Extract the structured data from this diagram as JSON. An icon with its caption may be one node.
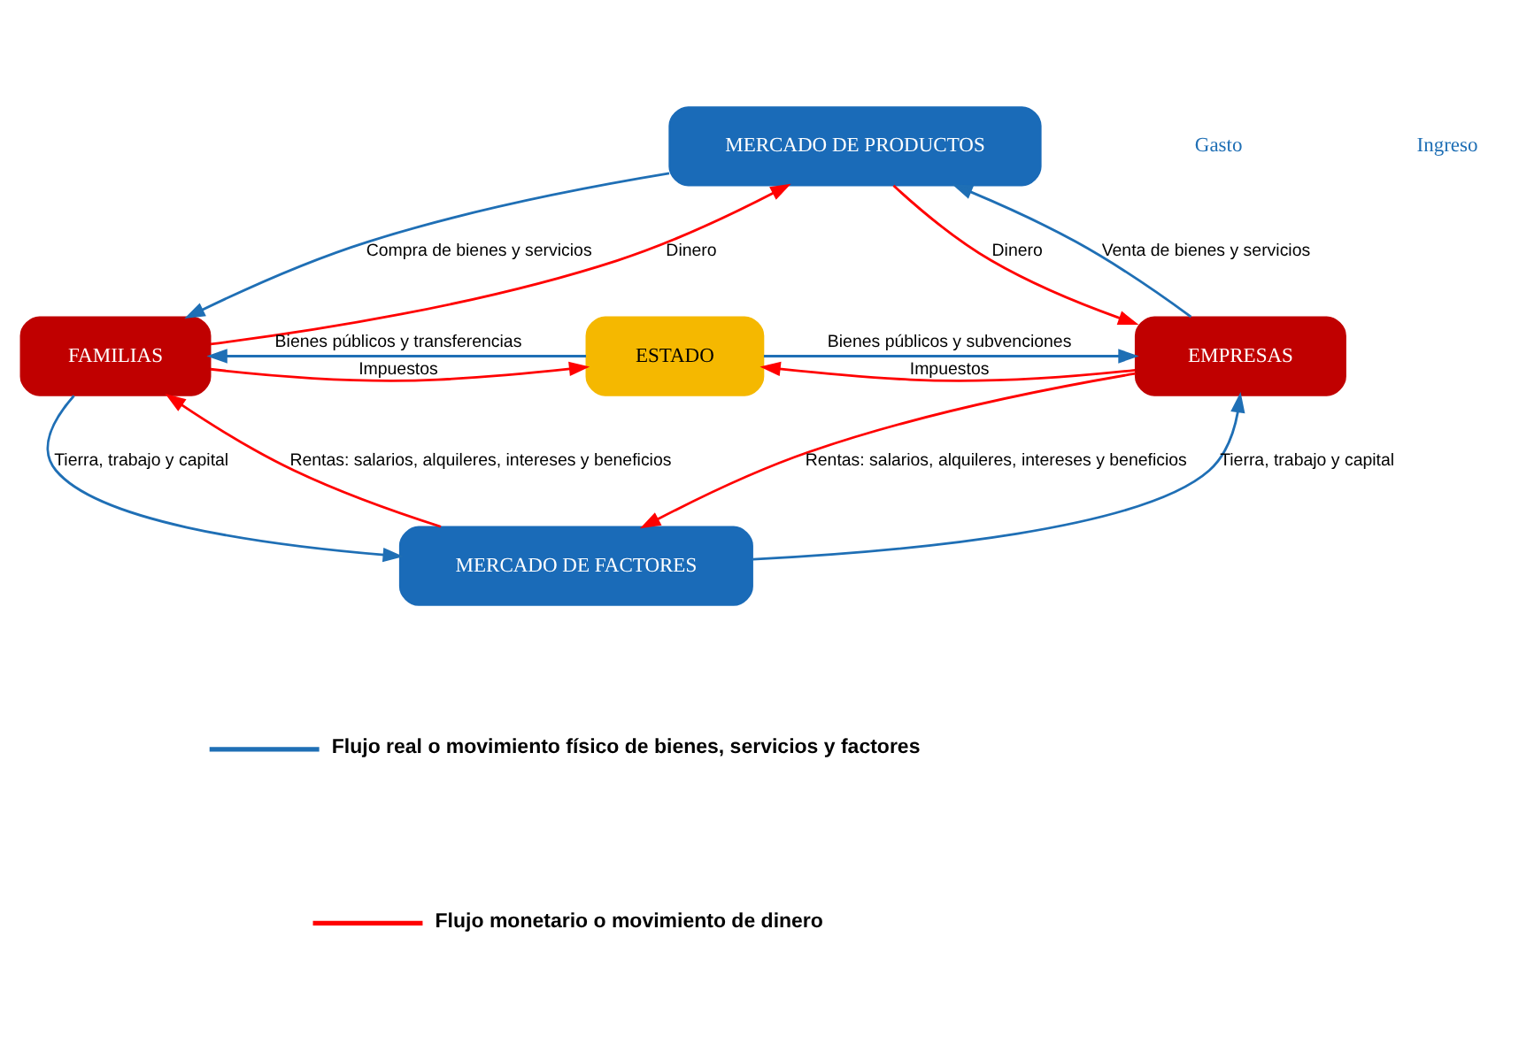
{
  "diagram": {
    "nodes": [
      {
        "text": [
          "MERCADO DE PRODUCTOS"
        ]
      },
      {
        "text": [
          "FAMILIAS"
        ]
      },
      {
        "text": [
          "ESTADO"
        ]
      },
      {
        "text": [
          "EMPRESAS"
        ]
      },
      {
        "text": [
          "MERCADO DE FACTORES"
        ]
      }
    ],
    "edges": [
      {
        "from": 0,
        "to": 1,
        "arrow": "to",
        "label": "Compra de bienes y servicios",
        "color": "#1f6fb5"
      },
      {
        "from": 1,
        "to": 0,
        "arrow": "to",
        "label": "Dinero",
        "color": "#ff0000"
      },
      {
        "from": 3,
        "to": 0,
        "arrow": "to",
        "label": "Venta de bienes y servicios",
        "color": "#1f6fb5"
      },
      {
        "from": 0,
        "to": 3,
        "arrow": "to",
        "label": "Dinero",
        "color": "#ff0000"
      },
      {
        "from": 2,
        "to": 1,
        "arrow": "to",
        "label": "Bienes públicos y transferencias",
        "color": "#1f6fb5"
      },
      {
        "from": 1,
        "to": 2,
        "arrow": "to",
        "label": "Impuestos",
        "color": "#ff0000"
      },
      {
        "from": 2,
        "to": 3,
        "arrow": "to",
        "label": "Bienes públicos y subvenciones",
        "color": "#1f6fb5"
      },
      {
        "from": 3,
        "to": 2,
        "arrow": "to",
        "label": "Impuestos",
        "color": "#ff0000"
      },
      {
        "from": 4,
        "to": 1,
        "arrow": "to",
        "label": "Rentas: salarios, alquileres, intereses y beneficios",
        "color": "#ff0000"
      },
      {
        "from": 1,
        "to": 4,
        "arrow": "to",
        "label": "Tierra, trabajo y capital",
        "color": "#1f6fb5"
      },
      {
        "from": 3,
        "to": 4,
        "arrow": "to",
        "label": "Rentas: salarios, alquileres, intereses y beneficios",
        "color": "#ff0000"
      },
      {
        "from": 4,
        "to": 3,
        "arrow": "to",
        "label": "Tierra, trabajo y capital",
        "color": "#1f6fb5"
      }
    ],
    "labels": [
      "Gasto",
      "Ingreso"
    ],
    "legend": [
      {
        "text": "Flujo real o movimiento físico de bienes, servicios y factores"
      },
      {
        "text": "Flujo monetario o movimiento de dinero"
      }
    ]
  }
}
